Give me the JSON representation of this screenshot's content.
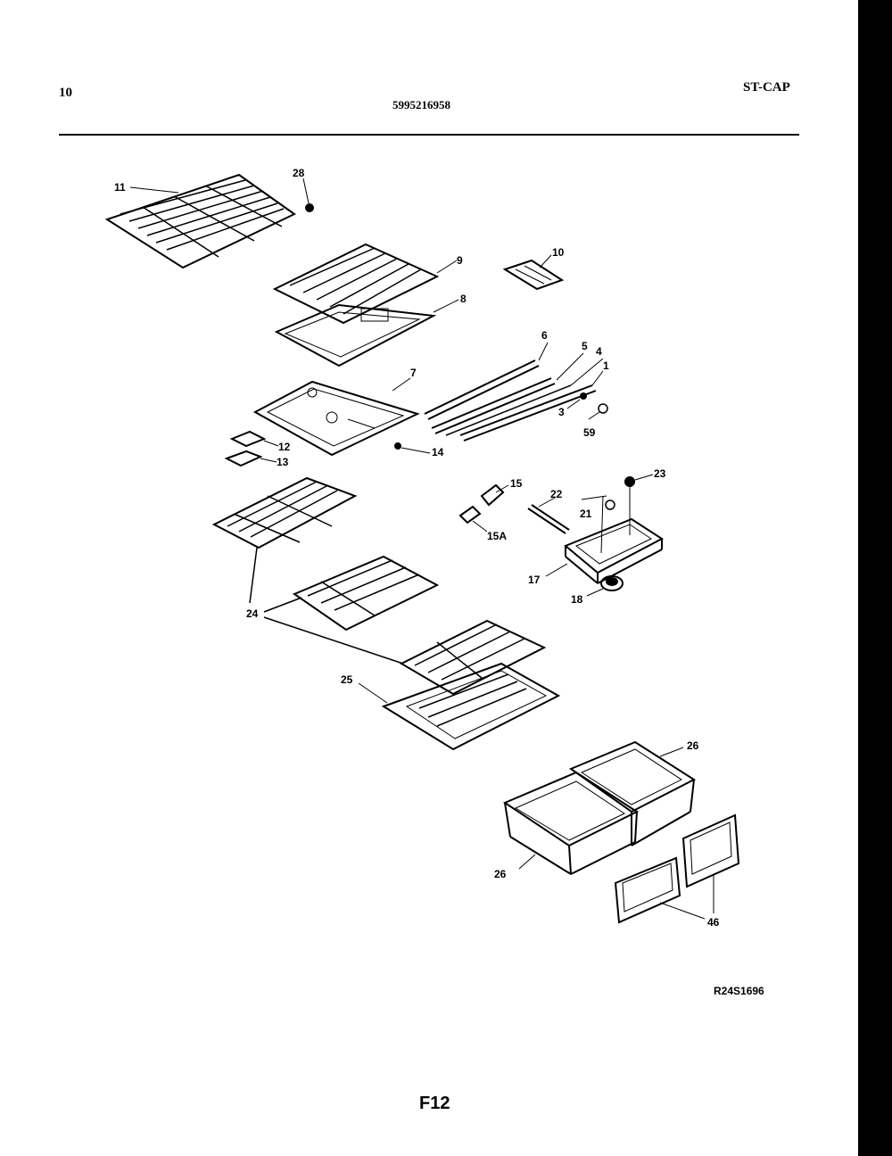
{
  "header": {
    "page_number": "10",
    "part_number": "5995216958",
    "model_code": "ST-CAP"
  },
  "callouts": {
    "c11": "11",
    "c28a": "28",
    "c9": "9",
    "c10": "10",
    "c8": "8",
    "c6": "6",
    "c5": "5",
    "c4": "4",
    "c1": "1",
    "c7": "7",
    "c3": "3",
    "c59": "59",
    "c12": "12",
    "c13": "13",
    "c14": "14",
    "c15": "15",
    "c15a": "15A",
    "c22": "22",
    "c23": "23",
    "c21": "21",
    "c17": "17",
    "c18": "18",
    "c24": "24",
    "c25": "25",
    "c26a": "26",
    "c26b": "26",
    "c46": "46"
  },
  "footer": {
    "drawing_code": "R24S1696",
    "figure_label": "F12"
  }
}
